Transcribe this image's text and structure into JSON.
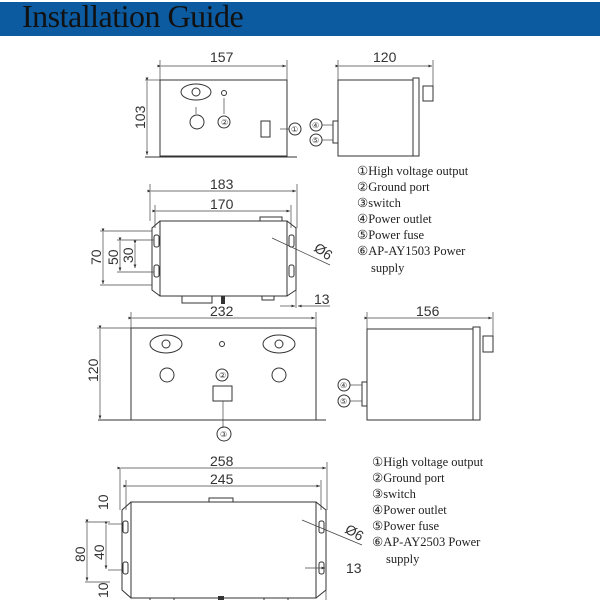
{
  "header": {
    "title": "Installation Guide",
    "color": "#0c5a9f"
  },
  "model1": {
    "dims": {
      "front_width": "157",
      "front_height": "103",
      "side_depth": "120",
      "base_width": "183",
      "body_width": "170",
      "mount_h1": "70",
      "mount_h2": "50",
      "mount_h3": "30",
      "hole": "Ø6",
      "flange": "13"
    },
    "legend": [
      "①High voltage output",
      "②Ground port",
      "③switch",
      "④Power outlet",
      "⑤Power fuse",
      "⑥AP-AY1503 Power",
      "supply"
    ]
  },
  "model2": {
    "dims": {
      "front_width": "232",
      "front_height": "120",
      "side_depth": "156",
      "base_width": "258",
      "body_width": "245",
      "mount_top": "10",
      "mount_h1": "80",
      "mount_h2": "40",
      "mount_bottom": "10",
      "hole": "Ø6",
      "flange": "13"
    },
    "legend": [
      "①High voltage output",
      "②Ground port",
      "③switch",
      "④Power outlet",
      "⑤Power fuse",
      "⑥AP-AY2503 Power",
      "supply"
    ]
  },
  "callouts": {
    "c1": "①",
    "c2": "②",
    "c3": "③",
    "c4": "④",
    "c5": "⑤"
  }
}
